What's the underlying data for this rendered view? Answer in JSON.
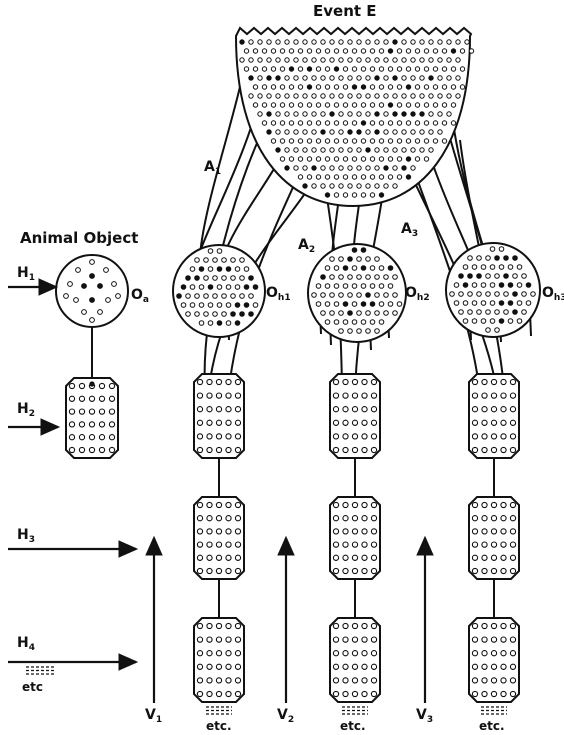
{
  "event": {
    "title": "Event E"
  },
  "animal": {
    "title": "Animal Object",
    "label_main": "O",
    "label_sub": "a"
  },
  "h_labels": [
    {
      "main": "H",
      "sub": "1"
    },
    {
      "main": "H",
      "sub": "2"
    },
    {
      "main": "H",
      "sub": "3"
    },
    {
      "main": "H",
      "sub": "4"
    }
  ],
  "h_etc": "etc",
  "a_labels": [
    {
      "main": "A",
      "sub": "1"
    },
    {
      "main": "A",
      "sub": "2"
    },
    {
      "main": "A",
      "sub": "3"
    }
  ],
  "oh_labels": [
    {
      "main": "O",
      "sub": "h1"
    },
    {
      "main": "O",
      "sub": "h2"
    },
    {
      "main": "O",
      "sub": "h3"
    }
  ],
  "v_labels": [
    {
      "main": "V",
      "sub": "1"
    },
    {
      "main": "V",
      "sub": "2"
    },
    {
      "main": "V",
      "sub": "3"
    }
  ],
  "column_etc": [
    "etc.",
    "etc.",
    "etc."
  ],
  "colors": {
    "ink": "#111111",
    "paper": "#ffffff"
  }
}
